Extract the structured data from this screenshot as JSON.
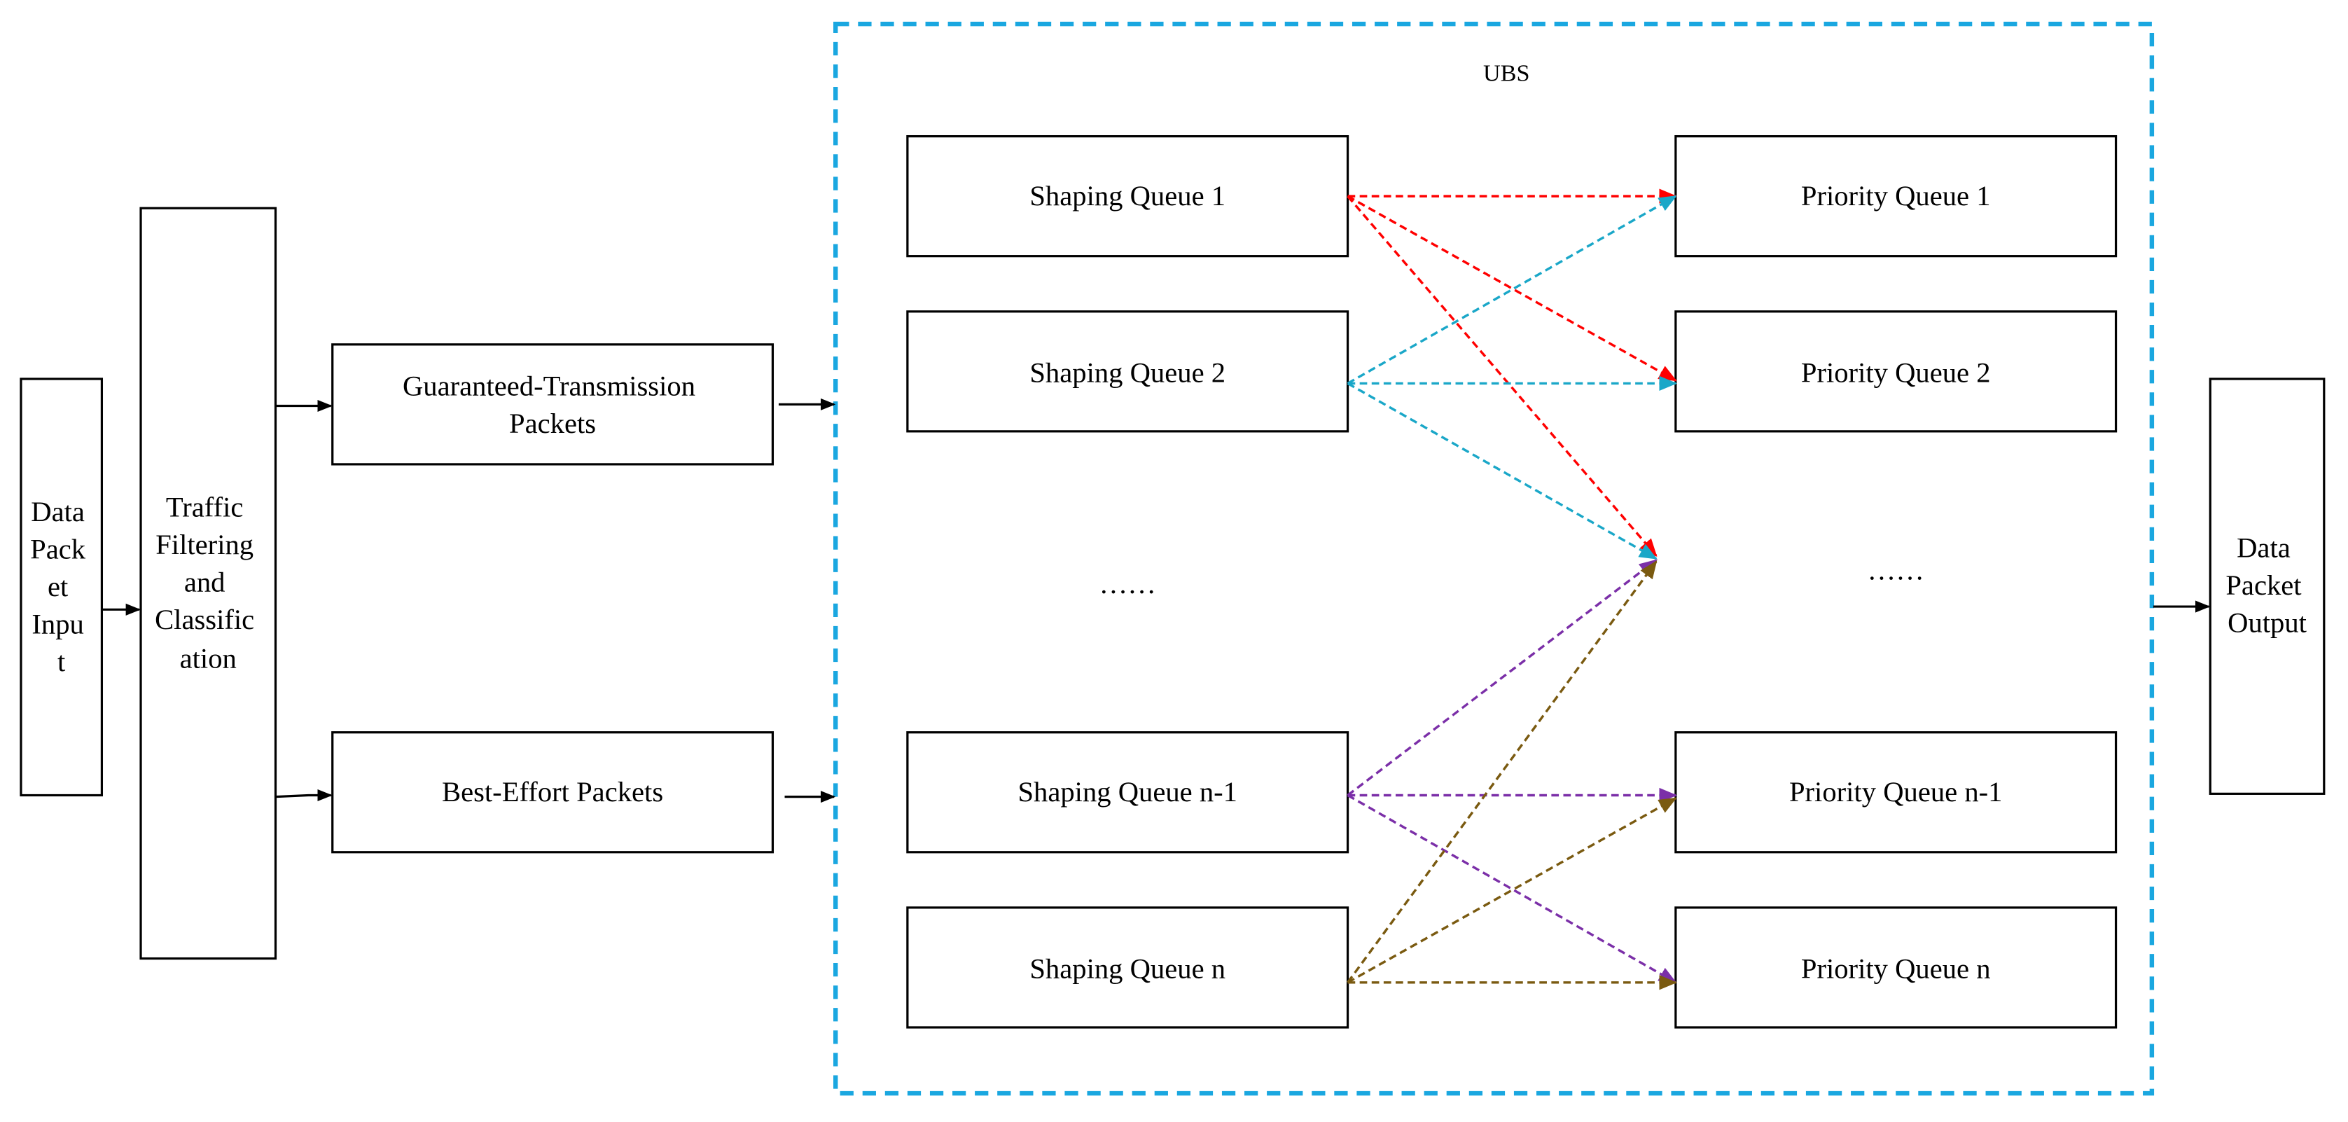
{
  "colors": {
    "ubs_border": "#1aa7e0",
    "shaping_queue_1": "#ff0000",
    "shaping_queue_2": "#1aa7c8",
    "shaping_queue_n_minus_1": "#7b2fa8",
    "shaping_queue_n": "#7a5a10",
    "box_stroke": "#000000"
  },
  "input": {
    "label_lines": [
      "Data",
      "Pack",
      "et",
      "Inpu",
      "t"
    ]
  },
  "classifier": {
    "label_lines": [
      "Traffic",
      "Filtering",
      "and",
      "Classific",
      "ation"
    ]
  },
  "packet_types": {
    "guaranteed": {
      "label_lines": [
        "Guaranteed-Transmission",
        "Packets"
      ]
    },
    "best_effort": {
      "label": "Best-Effort Packets"
    }
  },
  "ubs": {
    "title": "UBS",
    "shaping_queues": [
      "Shaping Queue 1",
      "Shaping Queue 2",
      "Shaping Queue n-1",
      "Shaping Queue n"
    ],
    "shaping_ellipsis": "……",
    "priority_queues": [
      "Priority Queue 1",
      "Priority Queue 2",
      "Priority Queue n-1",
      "Priority Queue n"
    ],
    "priority_ellipsis": "……"
  },
  "output": {
    "label_lines": [
      "Data",
      "Packet",
      "Output"
    ]
  }
}
